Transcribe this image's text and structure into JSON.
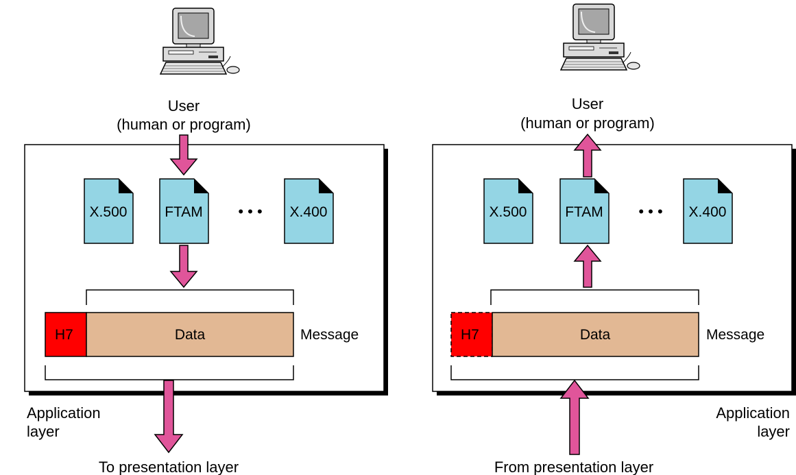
{
  "colors": {
    "arrow_fill": "#e0559a",
    "document_fill": "#94d5e4",
    "data_fill": "#e2b894",
    "header_fill": "#ff0000",
    "panel_fill": "#ffffff",
    "stroke": "#000000",
    "background": "#ffffff"
  },
  "left": {
    "user_line1": "User",
    "user_line2": "(human or program)",
    "doc_x500": "X.500",
    "doc_ftam": "FTAM",
    "ellipsis": "• • •",
    "doc_x400": "X.400",
    "header": "H7",
    "data": "Data",
    "message": "Message",
    "layer_line1": "Application",
    "layer_line2": "layer",
    "bottom_label": "To presentation layer",
    "icon": "computer-icon"
  },
  "right": {
    "user_line1": "User",
    "user_line2": "(human or program)",
    "doc_x500": "X.500",
    "doc_ftam": "FTAM",
    "ellipsis": "• • •",
    "doc_x400": "X.400",
    "header": "H7",
    "data": "Data",
    "message": "Message",
    "layer_line1": "Application",
    "layer_line2": "layer",
    "bottom_label": "From presentation layer",
    "icon": "computer-icon"
  }
}
